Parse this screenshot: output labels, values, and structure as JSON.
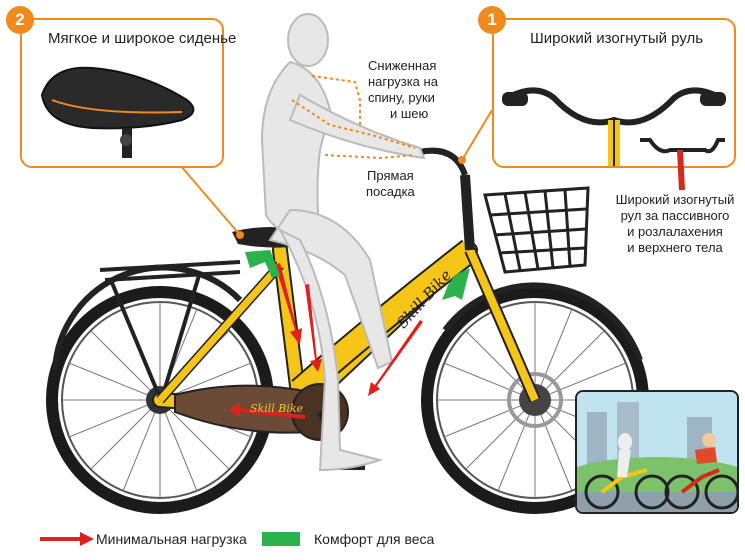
{
  "callouts": {
    "seat": {
      "number": "2",
      "title": "Мягкое и широкое сиденье"
    },
    "handlebar": {
      "number": "1",
      "title": "Широкий изогнутый руль"
    }
  },
  "notes": {
    "reduced_load": [
      "Сниженная",
      "нагрузка на",
      "спину, руки",
      "и шею"
    ],
    "upright": [
      "Прямая",
      "посадка"
    ],
    "handlebar_detail": [
      "Широкий изогнутый",
      "рул за пассивного",
      "и розлалахения",
      "и верхнего тела"
    ]
  },
  "frame_text": {
    "down_tube": "Skill Bike",
    "chainstay": "Skill Bike"
  },
  "legend": {
    "min_load": "Минимальная нагрузка",
    "weight_comfort": "Комфорт для веса"
  },
  "colors": {
    "accent": "#f08a1c",
    "frame": "#f5c518",
    "arrow_red": "#e0201c",
    "arrow_green": "#2bb24c"
  }
}
